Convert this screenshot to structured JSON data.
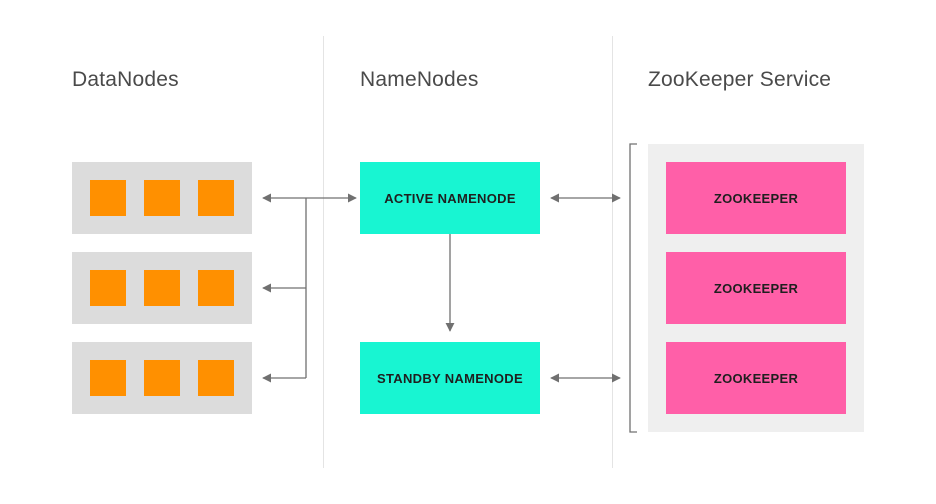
{
  "columns": {
    "datanodes_title": "DataNodes",
    "namenodes_title": "NameNodes",
    "zookeeper_title": "ZooKeeper Service"
  },
  "datanodes": {
    "rows": 3,
    "blocks_per_row": 3
  },
  "namenodes": {
    "active_label": "ACTIVE NAMENODE",
    "standby_label": "STANDBY NAMENODE"
  },
  "zookeeper": {
    "nodes": [
      "ZOOKEEPER",
      "ZOOKEEPER",
      "ZOOKEEPER"
    ]
  },
  "colors": {
    "block": "#ff9000",
    "datanode_bg": "#dcdcdc",
    "namenode": "#18f5d2",
    "zookeeper": "#ff5fa8",
    "zk_panel": "#efefef",
    "connector": "#707070"
  }
}
